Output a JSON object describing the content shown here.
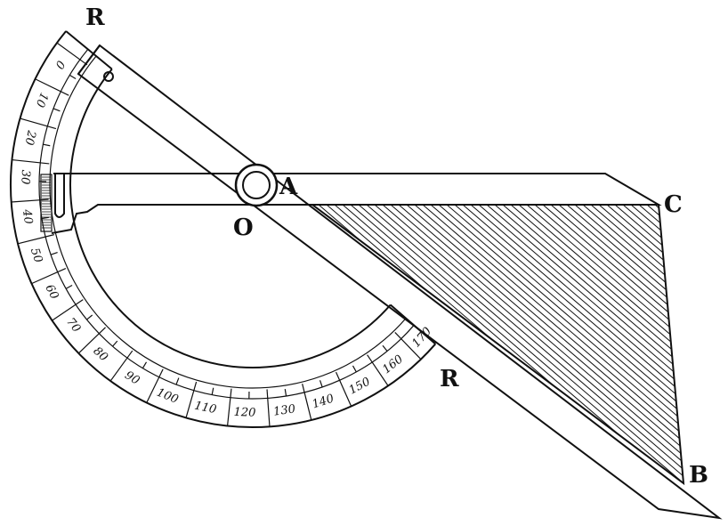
{
  "labels": {
    "r_top": "R",
    "a": "A",
    "o": "O",
    "c": "C",
    "r_bottom": "R",
    "b": "B"
  },
  "scale": {
    "values": [
      "0",
      "10",
      "20",
      "30",
      "40",
      "50",
      "60",
      "70",
      "80",
      "90",
      "100",
      "110",
      "120",
      "130",
      "140",
      "150",
      "160",
      "170"
    ]
  },
  "colors": {
    "ink": "#111111",
    "paper": "#ffffff"
  }
}
